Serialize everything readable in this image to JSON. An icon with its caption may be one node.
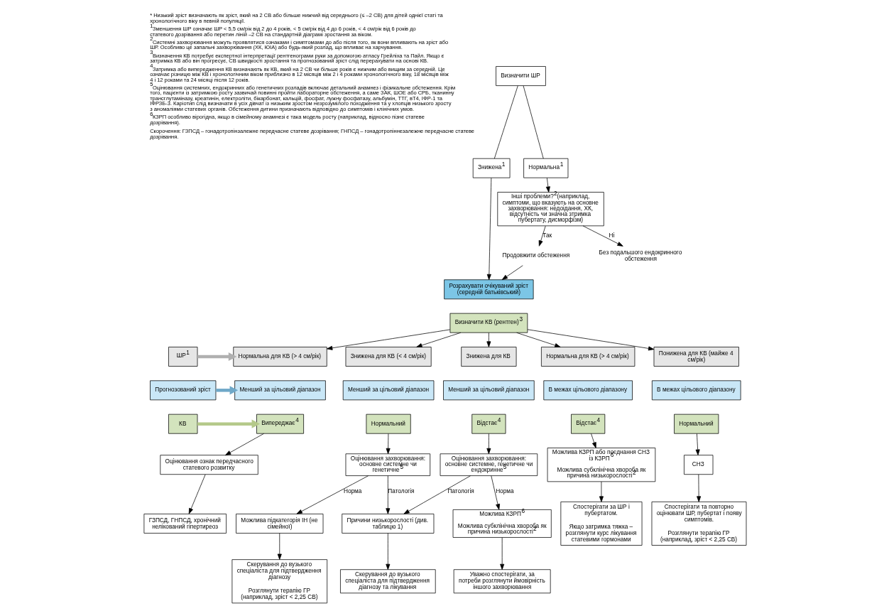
{
  "diagram": {
    "nodes": [
      {
        "text": [
          "Визначити ШР"
        ]
      },
      {
        "text": [
          "Знижена$^{1}$"
        ]
      },
      {
        "text": [
          "Нормальна$^{1}$"
        ]
      },
      {
        "text": [
          "Інші проблеми?$^{2}$(наприклад, симптоми, що вказують на основне захворювання: недоідання, ХК, відсутність чи значна зтримка пубертату, дисморфізм)"
        ]
      },
      {
        "text": [
          "Продовжити обстеження"
        ]
      },
      {
        "text": [
          "Без подальшого ендокринного обстеження"
        ]
      },
      {
        "text": [
          "Розрахувати очікуваний зріст (середній батьківський)"
        ]
      },
      {
        "text": [
          "Визначити КВ (рентген)$^{3}$"
        ]
      },
      {
        "text": [
          "ШР$^{1}$"
        ]
      },
      {
        "text": [
          "Прогнозований зріст"
        ]
      },
      {
        "text": [
          "КВ"
        ]
      },
      {
        "text": [
          "Нормальна для КВ (> 4 см/рік)"
        ]
      },
      {
        "text": [
          "Менший за цільовий діапазон"
        ]
      },
      {
        "text": [
          "Випереджає$^{4}$"
        ]
      },
      {
        "text": [
          "Оцінювання ознак передчасного статевого розвитку"
        ]
      },
      {
        "text": [
          "ГЗПСД, ГНПСД, хронічний нелікований гіпертиреоз"
        ]
      },
      {
        "text": [
          "Знижена для КВ (< 4 см/рік)"
        ]
      },
      {
        "text": [
          "Менший за цільовий діапазон"
        ]
      },
      {
        "text": [
          "Нормальний"
        ]
      },
      {
        "text": [
          "Оцінювання захворювання: основне системне чи генетичне$^{5}$"
        ]
      },
      {
        "text": [
          "Можлива підкатегорія ІН (не сімейної)"
        ]
      },
      {
        "text": [
          "Причини низькорослості (див. таблицю 1)"
        ]
      },
      {
        "text": [
          "Скерування до вузького спеціаліста для підтвердження діагнозу",
          "Розглянути терапію ГР (наприклад, зріст < 2,25 СВ)"
        ]
      },
      {
        "text": [
          "Скерування до вузького спеціаліста для підтвердження діагнозу та лікування"
        ]
      },
      {
        "text": [
          "Знижена для КВ"
        ]
      },
      {
        "text": [
          "Менший за цільовий діапазон"
        ]
      },
      {
        "text": [
          "Відстає$^{4}$"
        ]
      },
      {
        "text": [
          "Оцінювання захворювання: основне системне, генетичне чи ендокринне$^{5}$"
        ]
      },
      {
        "text": [
          "Можлива КЗРП$^{6}$",
          "Можлива субклінічна хвороба як причина низькорослості$^{2}$"
        ]
      },
      {
        "text": [
          "Уважно спостерігати, за потреби розглянути ймовірність іншого захворювання"
        ]
      },
      {
        "text": [
          "Нормальна для КВ (> 4 см/рік)"
        ]
      },
      {
        "text": [
          "В межах цільового діапазону"
        ]
      },
      {
        "text": [
          "Відстає$^{4}$"
        ]
      },
      {
        "text": [
          "Можлива КЗРП або поєднання СНЗ із КЗРП$^{6}$",
          "Можлива субклінічна хвороба як причина низькорослості$^{2}$"
        ]
      },
      {
        "text": [
          "Спостерігати за ШР і пубертатом.",
          "Якщо затримка тяжка – розглянути курс лікування статевими гормонами"
        ]
      },
      {
        "text": [
          "Понижена для КВ (майже 4 см/рік)"
        ]
      },
      {
        "text": [
          "В межах цільового діапазону"
        ]
      },
      {
        "text": [
          "Нормальний"
        ]
      },
      {
        "text": [
          "СНЗ"
        ]
      },
      {
        "text": [
          "Спостерігати та повторно оцінювати ШР, пубертат і появу симптомів.",
          "Розглянути терапію ГР (наприклад, зріст < 2,25 СВ)"
        ]
      }
    ],
    "edges": [
      {
        "from": 0,
        "to": 1,
        "arrow": "none"
      },
      {
        "from": 0,
        "to": 2,
        "arrow": "none"
      },
      {
        "from": 1,
        "to": 6,
        "arrow": "to"
      },
      {
        "from": 2,
        "to": 3,
        "arrow": "to"
      },
      {
        "from": 3,
        "to": 4,
        "arrow": "to",
        "label": "Так"
      },
      {
        "from": 3,
        "to": 5,
        "arrow": "to",
        "label": "Ні"
      },
      {
        "from": 4,
        "to": 6,
        "arrow": "to"
      },
      {
        "from": 7,
        "to": 11,
        "arrow": "to"
      },
      {
        "from": 7,
        "to": 16,
        "arrow": "to"
      },
      {
        "from": 7,
        "to": 24,
        "arrow": "to"
      },
      {
        "from": 7,
        "to": 30,
        "arrow": "to"
      },
      {
        "from": 7,
        "to": 35,
        "arrow": "to"
      },
      {
        "from": 8,
        "to": 11,
        "arrow": "to",
        "style": "thick",
        "color": "#b0b0b0"
      },
      {
        "from": 9,
        "to": 12,
        "arrow": "to",
        "style": "thick",
        "color": "#6fa8c8"
      },
      {
        "from": 10,
        "to": 13,
        "arrow": "to",
        "style": "thick",
        "color": "#b5c98a"
      },
      {
        "from": 13,
        "to": 14,
        "arrow": "to"
      },
      {
        "from": 14,
        "to": 15,
        "arrow": "to"
      },
      {
        "from": 18,
        "to": 19,
        "arrow": "to"
      },
      {
        "from": 19,
        "to": 20,
        "arrow": "to",
        "label": "Норма"
      },
      {
        "from": 19,
        "to": 21,
        "arrow": "to",
        "label": "Патологія"
      },
      {
        "from": 20,
        "to": 22,
        "arrow": "to"
      },
      {
        "from": 21,
        "to": 23,
        "arrow": "to"
      },
      {
        "from": 26,
        "to": 27,
        "arrow": "to"
      },
      {
        "from": 27,
        "to": 21,
        "arrow": "to",
        "label": "Патологія"
      },
      {
        "from": 27,
        "to": 28,
        "arrow": "to",
        "label": "Норма"
      },
      {
        "from": 28,
        "to": 29,
        "arrow": "to"
      },
      {
        "from": 32,
        "to": 33,
        "arrow": "to"
      },
      {
        "from": 33,
        "to": 34,
        "arrow": "to"
      },
      {
        "from": 37,
        "to": 38,
        "arrow": "to"
      },
      {
        "from": 38,
        "to": 39,
        "arrow": "to"
      }
    ],
    "labels": [
      "* Низький зріст визначають як зріст, який на 2 СВ або більше нижчий від середнього (≤ –2 СВ) для дітей однієї статі та хронологічного віку в певній популяції.",
      "$^{1}$Зменшення ШР означає ШР < 5,5 см/рік від 2 до 4 років, < 5 см/рік від 4 до 6 років, < 4 см/рік від 6 років до статевого дозрівання або перетин ліній –2 СВ на стандартній діаграмі зростання за віком.",
      "$^{2}$Системні захворювання можуть проявлятися ознаками і симптомами до або після того, як вони впливають на зріст або ШР. Особливо це запальні захворювання (ХК, ЮІА) або будь-який розлад, що впливає на харчування.",
      "$^{3}$Визначення КВ потребує експертної інтерпретації рентгенограми руки за допомогою атласу Грейліха та Пайл. Якщо є затримка КВ або він прогресує, СВ швидкості зростання та прогнозований зріст слід перерахувати на основі КВ.",
      "$^{4}$Затримка або випередження КВ визначають як КВ, який на 2 СВ чи більше років є нижчим або вищим за середній. Це означає різницю між КВ і хронологічним віком приблизно в 12 місяців між 2 і 4 роками хронологічного віку, 18 місяців між 4 і 12 роками та 24 місяці після 12 років.",
      "$^{5}$Оцінювання системних, ендокринних або генетичних розладів включає детальний анамнез і фізикальне обстеження. Крім того, пацієнти із затримкою росту зазвичай повинні пройти лабораторне обстеження, а саме ЗАК, ШОЕ або СРБ, тканинну трансглутаміназу, креатинін, електроліти, бікарбонат, кальцій, фосфат, лужну фосфатазу, альбумін, ТТГ, вТ4, ІФР-1 та ІФРЗБ-3. Каріотип слід визначати в усіх дівчат із низьким зростом незрозумілого походження та у хлопців низького зросту з аномаліями статевих органів. Обстеження дитини призначають відповідно до симптомів і клінічних умов.",
      "$^{6}$КЗРП особливо вірогідна, якщо в сімейному анамнезі є така модель росту (наприклад, відносно пізнє статеве дозрівання).",
      "Скорочення: ГЗПСД – гонадотропінзалежне передчасне статеве дозрівання; ГНПСД – гонадотропіннезалежне передчасне статеве дозрівання."
    ]
  }
}
